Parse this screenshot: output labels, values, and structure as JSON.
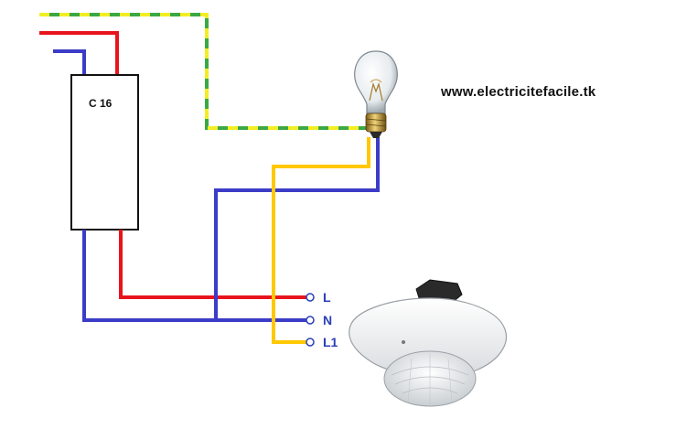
{
  "website": "www.electricitefacile.tk",
  "breaker": {
    "label": "C 16"
  },
  "terminals": [
    {
      "id": "L",
      "label": "L"
    },
    {
      "id": "N",
      "label": "N"
    },
    {
      "id": "L1",
      "label": "L1"
    }
  ],
  "colors": {
    "phase": "#e8141c",
    "neutral": "#3c3cc8",
    "switched": "#ffc800",
    "earth_green": "#3aa844",
    "earth_yellow": "#f2ee22",
    "background": "#ffffff"
  },
  "icons": [
    "light-bulb-icon",
    "motion-detector-icon"
  ]
}
